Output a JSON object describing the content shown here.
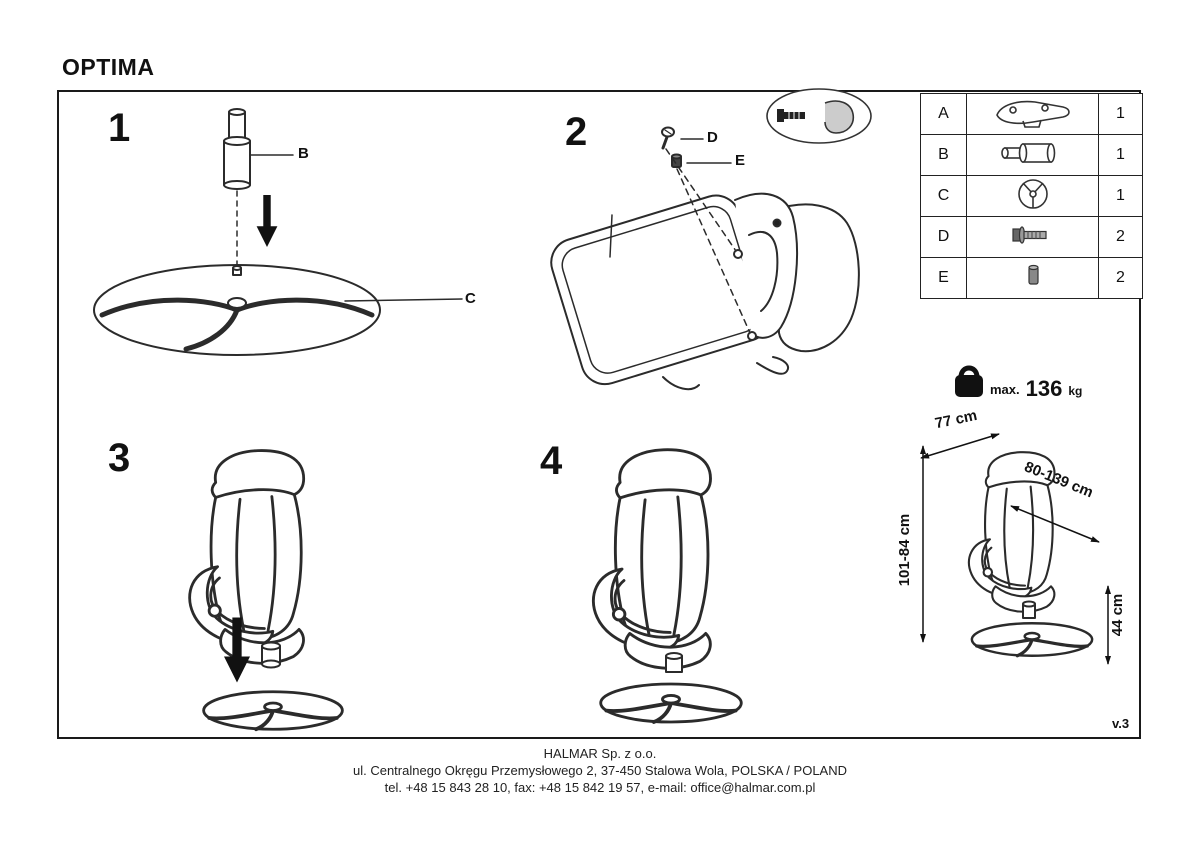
{
  "title": "OPTIMA",
  "version": "v.3",
  "steps": {
    "step1": "1",
    "step2": "2",
    "step3": "3",
    "step4": "4"
  },
  "part_labels": {
    "b": "B",
    "c": "C",
    "d": "D",
    "e": "E"
  },
  "parts_table": {
    "rows": [
      {
        "id": "A",
        "icon": "swivel-mechanism-icon",
        "qty": "1"
      },
      {
        "id": "B",
        "icon": "gas-lift-cylinder-icon",
        "qty": "1"
      },
      {
        "id": "C",
        "icon": "base-top-view-icon",
        "qty": "1"
      },
      {
        "id": "D",
        "icon": "screw-icon",
        "qty": "2"
      },
      {
        "id": "E",
        "icon": "sleeve-icon",
        "qty": "2"
      }
    ]
  },
  "specs": {
    "max_weight_label": "max.",
    "max_weight_value": "136",
    "max_weight_unit": "kg",
    "width": "77 cm",
    "depth_range": "80-139 cm",
    "height_range": "101-84 cm",
    "seat_height": "44 cm"
  },
  "footer": {
    "company": "HALMAR Sp. z o.o.",
    "address": "ul. Centralnego Okręgu Przemysłowego 2, 37-450 Stalowa Wola, POLSKA / POLAND",
    "contact": "tel. +48 15 843 28 10, fax: +48 15 842 19 57, e-mail: office@halmar.com.pl"
  }
}
